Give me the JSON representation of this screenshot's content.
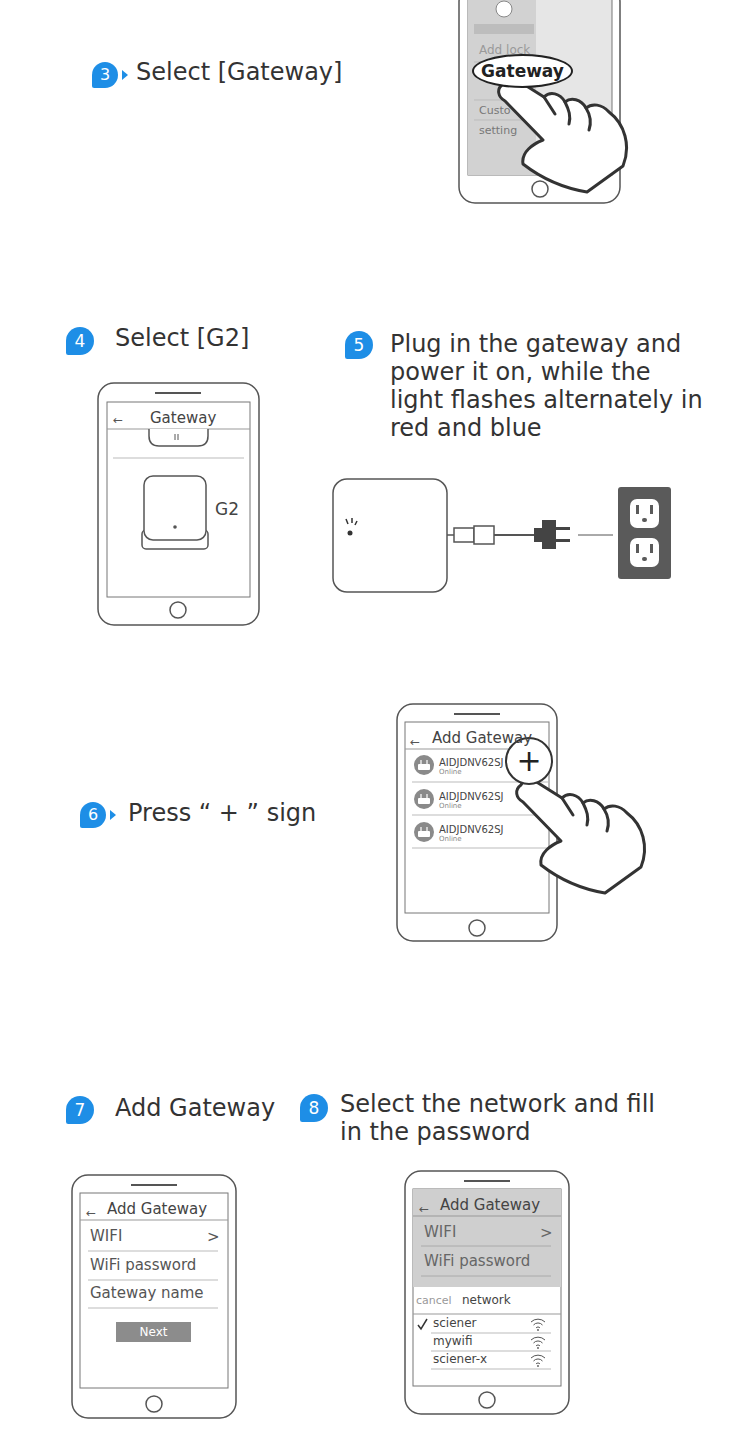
{
  "diagram": {
    "nodes": [
      {
        "text": [
          "3"
        ]
      },
      {
        "text": [
          "Gateway"
        ]
      },
      {
        "text": [
          "4"
        ]
      },
      {
        "text": [
          "5"
        ]
      },
      {
        "text": [
          "6"
        ]
      },
      {
        "text": [
          "+"
        ]
      },
      {
        "text": [
          "7"
        ]
      },
      {
        "text": [
          "Next"
        ]
      },
      {
        "text": [
          "8"
        ]
      }
    ],
    "labels": [
      "Select [Gateway]",
      "Add lock",
      "Custo",
      "setting",
      "Select [G2]",
      "Gateway",
      "G2",
      "Plug in the gateway and power it on, while the light flashes alternately in red and blue",
      "Press “ + ” sign",
      "Add Gateway",
      "AIDJDNV62SJ",
      "Online",
      "AIDJDNV62SJ",
      "Online",
      "AIDJDNV62SJ",
      "Online",
      "Add Gateway",
      "Select the network and fill in the password",
      "Add Gateway",
      "WIFI",
      ">",
      "WiFi password",
      "Gateway name",
      "Add Gateway",
      "WIFI",
      ">",
      "WiFi password",
      "cancel",
      "network",
      "sciener",
      "mywifi",
      "sciener-x"
    ]
  }
}
